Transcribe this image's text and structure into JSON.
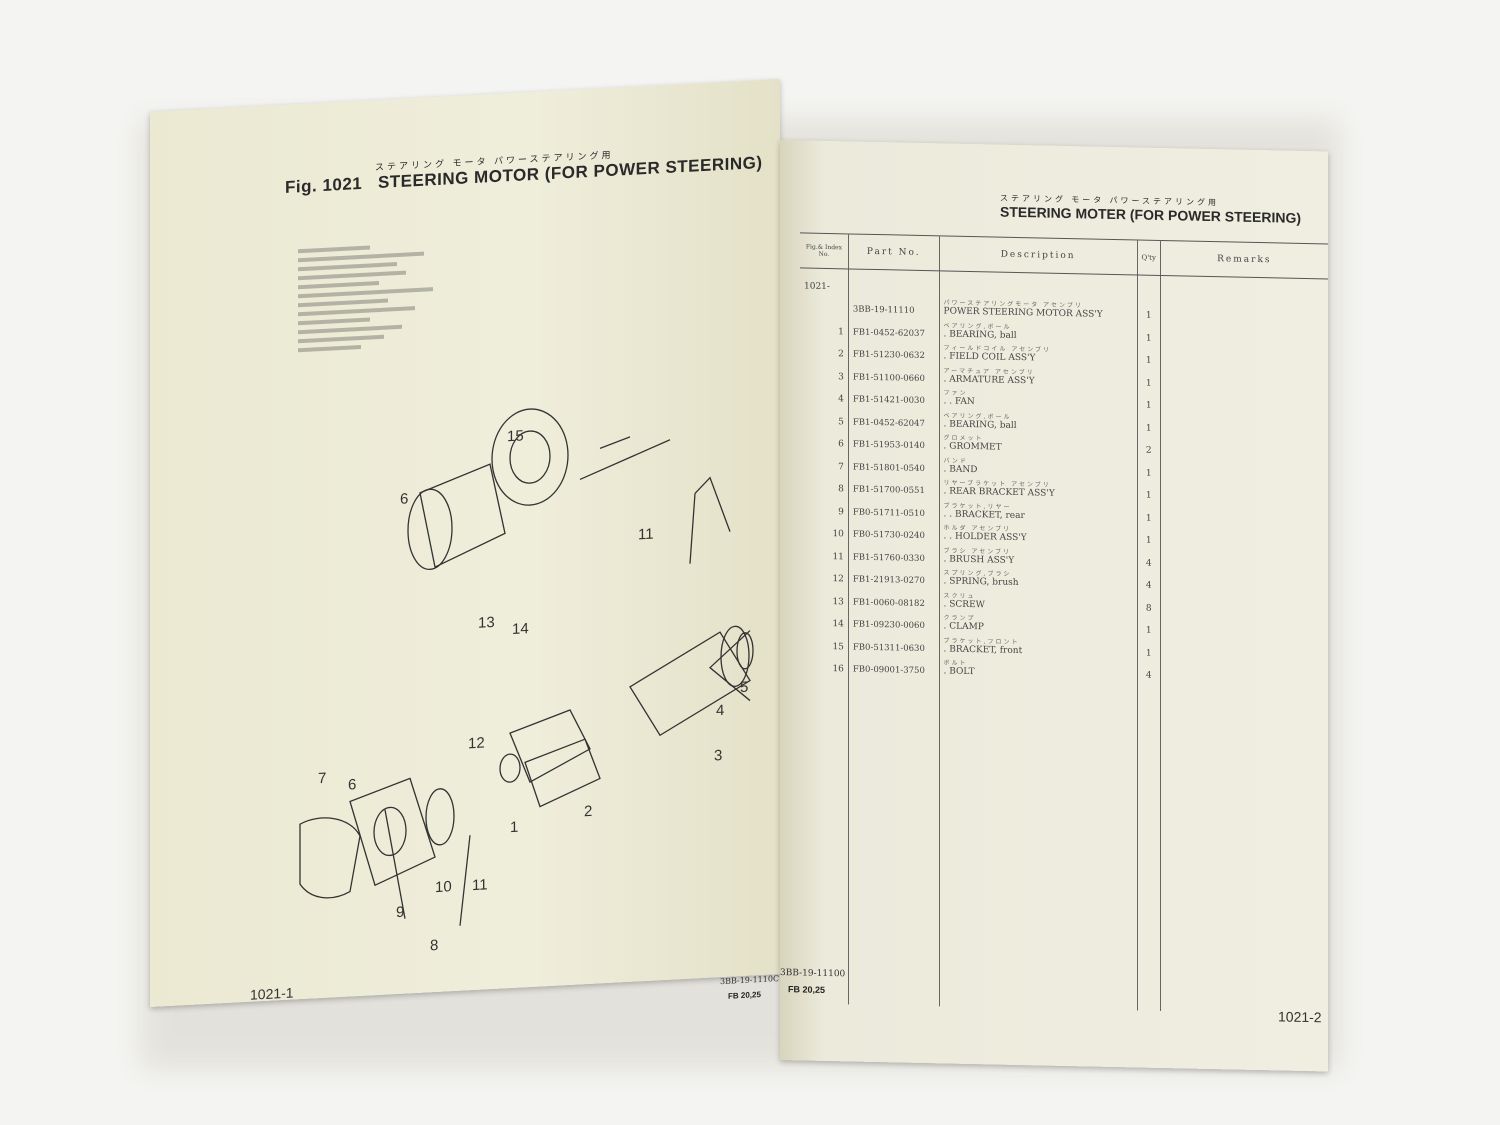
{
  "left_page": {
    "figure_label": "Fig. 1021",
    "title_kana": "ステアリング モータ パワーステアリング用",
    "title": "STEERING MOTOR (FOR POWER STEERING)",
    "callouts": [
      "15",
      "6",
      "11",
      "13",
      "14",
      "4",
      "5",
      "3",
      "12",
      "6",
      "7",
      "1",
      "2",
      "10",
      "11",
      "9",
      "8"
    ],
    "page_number": "1021-1",
    "footer_code": "3BB-19-1110C",
    "footer_models": "FB 20,25"
  },
  "right_page": {
    "title_kana": "ステアリング モータ パワーステアリング用",
    "title": "STEERING MOTER (FOR POWER STEERING)",
    "headers": {
      "index": "Fig.& Index No.",
      "part_no": "Part No.",
      "description": "Description",
      "qty": "Q'ty",
      "remarks": "Remarks"
    },
    "group_index": "1021-",
    "rows": [
      {
        "index": "",
        "part_no": "3BB-19-11110",
        "kana": "パワーステアリングモータ アセンブリ",
        "description": "POWER STEERING MOTOR ASS'Y",
        "qty": "1"
      },
      {
        "index": "1",
        "part_no": "FB1-0452-62037",
        "kana": "ベアリング,ボール",
        "description": ". BEARING, ball",
        "qty": "1"
      },
      {
        "index": "2",
        "part_no": "FB1-51230-0632",
        "kana": "フィールドコイル アセンブリ",
        "description": ". FIELD COIL ASS'Y",
        "qty": "1"
      },
      {
        "index": "3",
        "part_no": "FB1-51100-0660",
        "kana": "アーマチュア アセンブリ",
        "description": ". ARMATURE ASS'Y",
        "qty": "1"
      },
      {
        "index": "4",
        "part_no": "FB1-51421-0030",
        "kana": "ファン",
        "description": ". . FAN",
        "qty": "1"
      },
      {
        "index": "5",
        "part_no": "FB1-0452-62047",
        "kana": "ベアリング,ボール",
        "description": ". BEARING, ball",
        "qty": "1"
      },
      {
        "index": "6",
        "part_no": "FB1-51953-0140",
        "kana": "グロメット",
        "description": ". GROMMET",
        "qty": "2"
      },
      {
        "index": "7",
        "part_no": "FB1-51801-0540",
        "kana": "バンド",
        "description": ". BAND",
        "qty": "1"
      },
      {
        "index": "8",
        "part_no": "FB1-51700-0551",
        "kana": "リヤーブラケット アセンブリ",
        "description": ". REAR BRACKET ASS'Y",
        "qty": "1"
      },
      {
        "index": "9",
        "part_no": "FB0-51711-0510",
        "kana": "ブラケット,リヤー",
        "description": ". . BRACKET, rear",
        "qty": "1"
      },
      {
        "index": "10",
        "part_no": "FB0-51730-0240",
        "kana": "ホルダ アセンブリ",
        "description": ". . HOLDER ASS'Y",
        "qty": "1"
      },
      {
        "index": "11",
        "part_no": "FB1-51760-0330",
        "kana": "ブラシ アセンブリ",
        "description": ". BRUSH ASS'Y",
        "qty": "4"
      },
      {
        "index": "12",
        "part_no": "FB1-21913-0270",
        "kana": "スプリング,ブラシ",
        "description": ". SPRING, brush",
        "qty": "4"
      },
      {
        "index": "13",
        "part_no": "FB1-0060-08182",
        "kana": "スクリュ",
        "description": ". SCREW",
        "qty": "8"
      },
      {
        "index": "14",
        "part_no": "FB1-09230-0060",
        "kana": "クランプ",
        "description": ". CLAMP",
        "qty": "1"
      },
      {
        "index": "15",
        "part_no": "FB0-51311-0630",
        "kana": "ブラケット,フロント",
        "description": ". BRACKET, front",
        "qty": "1"
      },
      {
        "index": "16",
        "part_no": "FB0-09001-3750",
        "kana": "ボルト",
        "description": ". BOLT",
        "qty": "4"
      }
    ],
    "footer_code": "3BB-19-11100",
    "footer_models": "FB 20,25",
    "page_number": "1021-2"
  }
}
